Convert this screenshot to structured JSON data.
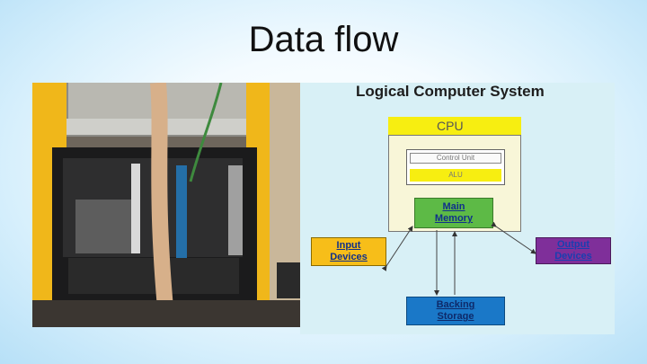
{
  "slide": {
    "title": "Data flow"
  },
  "diagram": {
    "title": "Logical Computer System",
    "cpu": "CPU",
    "control_unit": "Control Unit",
    "alu": "ALU",
    "main_memory": [
      "Main",
      "Memory"
    ],
    "input_devices": [
      "Input",
      "Devices"
    ],
    "output_devices": [
      "Output",
      "Devices"
    ],
    "backing_storage": [
      "Backing",
      "Storage"
    ],
    "colors": {
      "cpu": "#f7ee11",
      "memory": "#5dba46",
      "input": "#f7be19",
      "output": "#7f2f9a",
      "storage": "#1a78c8"
    }
  },
  "photo": {
    "description_icon": "server-rack-photo"
  }
}
